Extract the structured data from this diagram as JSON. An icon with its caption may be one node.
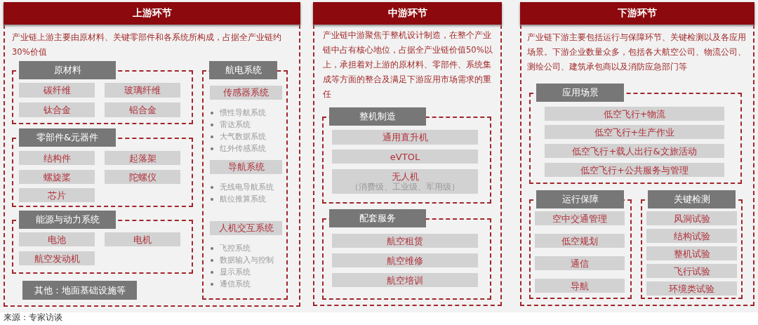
{
  "diagram": {
    "caption": "来源：专家访谈",
    "nodes": [
      {
        "text": [
          "上游环节",
          "产业链上游主要由原材料、关键零部件和各系统所构成，占据全产业链约30%价值"
        ]
      },
      {
        "text": [
          "原材料"
        ],
        "in": 0
      },
      {
        "text": [
          "碳纤维"
        ],
        "in": 1
      },
      {
        "text": [
          "玻璃纤维"
        ],
        "in": 1
      },
      {
        "text": [
          "钛合金"
        ],
        "in": 1
      },
      {
        "text": [
          "铝合金"
        ],
        "in": 1
      },
      {
        "text": [
          "零部件&元器件"
        ],
        "in": 0
      },
      {
        "text": [
          "结构件"
        ],
        "in": 6
      },
      {
        "text": [
          "起落架"
        ],
        "in": 6
      },
      {
        "text": [
          "螺旋桨"
        ],
        "in": 6
      },
      {
        "text": [
          "陀螺仪"
        ],
        "in": 6
      },
      {
        "text": [
          "芯片"
        ],
        "in": 6
      },
      {
        "text": [
          "能源与动力系统"
        ],
        "in": 0
      },
      {
        "text": [
          "电池"
        ],
        "in": 12
      },
      {
        "text": [
          "电机"
        ],
        "in": 12
      },
      {
        "text": [
          "航空发动机"
        ],
        "in": 12
      },
      {
        "text": [
          "其他：地面基础设施等"
        ],
        "in": 0
      },
      {
        "text": [
          "航电系统"
        ],
        "in": 0
      },
      {
        "text": [
          "传感器系统"
        ],
        "in": 17,
        "beside": [
          "惯性导航系统",
          "雷达系统",
          "大气数据系统",
          "红外传感系统"
        ]
      },
      {
        "text": [
          "导航系统"
        ],
        "in": 17,
        "beside": [
          "无线电导航系统",
          "航位推算系统"
        ]
      },
      {
        "text": [
          "人机交互系统"
        ],
        "in": 17,
        "beside": [
          "飞控系统",
          "数据输入与控制",
          "显示系统",
          "通信系统"
        ]
      },
      {
        "text": [
          "中游环节",
          "产业链中游聚焦于整机设计制造，在整个产业链中占有核心地位，占据全产业链价值50%以上，承担着对上游的原材料、零部件、系统集成等方面的整合及满足下游应用市场需求的重任"
        ]
      },
      {
        "text": [
          "整机制造"
        ],
        "in": 21
      },
      {
        "text": [
          "通用直升机"
        ],
        "in": 22
      },
      {
        "text": [
          "eVTOL"
        ],
        "in": 22
      },
      {
        "text": [
          "无人机",
          "（消费级、工业级、军用级）"
        ],
        "in": 22
      },
      {
        "text": [
          "配套服务"
        ],
        "in": 21
      },
      {
        "text": [
          "航空租赁"
        ],
        "in": 26
      },
      {
        "text": [
          "航空维修"
        ],
        "in": 26
      },
      {
        "text": [
          "航空培训"
        ],
        "in": 26
      },
      {
        "text": [
          "下游环节",
          "产业链下游主要包括运行与保障环节、关键检测以及各应用场景。下游企业数量众多，包括各大航空公司、物流公司、测绘公司、建筑承包商以及消防应急部门等"
        ]
      },
      {
        "text": [
          "应用场景"
        ],
        "in": 30
      },
      {
        "text": [
          "低空飞行+物流"
        ],
        "in": 31
      },
      {
        "text": [
          "低空飞行+生产作业"
        ],
        "in": 31
      },
      {
        "text": [
          "低空飞行+载人出行&文旅活动"
        ],
        "in": 31
      },
      {
        "text": [
          "低空飞行+公共服务与管理"
        ],
        "in": 31
      },
      {
        "text": [
          "运行保障"
        ],
        "in": 30
      },
      {
        "text": [
          "空中交通管理"
        ],
        "in": 36
      },
      {
        "text": [
          "低空规划"
        ],
        "in": 36
      },
      {
        "text": [
          "通信"
        ],
        "in": 36
      },
      {
        "text": [
          "导航"
        ],
        "in": 36
      },
      {
        "text": [
          "关键检测"
        ],
        "in": 30
      },
      {
        "text": [
          "风洞试验"
        ],
        "in": 41
      },
      {
        "text": [
          "结构试验"
        ],
        "in": 41
      },
      {
        "text": [
          "整机试验"
        ],
        "in": 41
      },
      {
        "text": [
          "飞行试验"
        ],
        "in": 41
      },
      {
        "text": [
          "环境类试验"
        ],
        "in": 41
      }
    ],
    "edges": []
  }
}
